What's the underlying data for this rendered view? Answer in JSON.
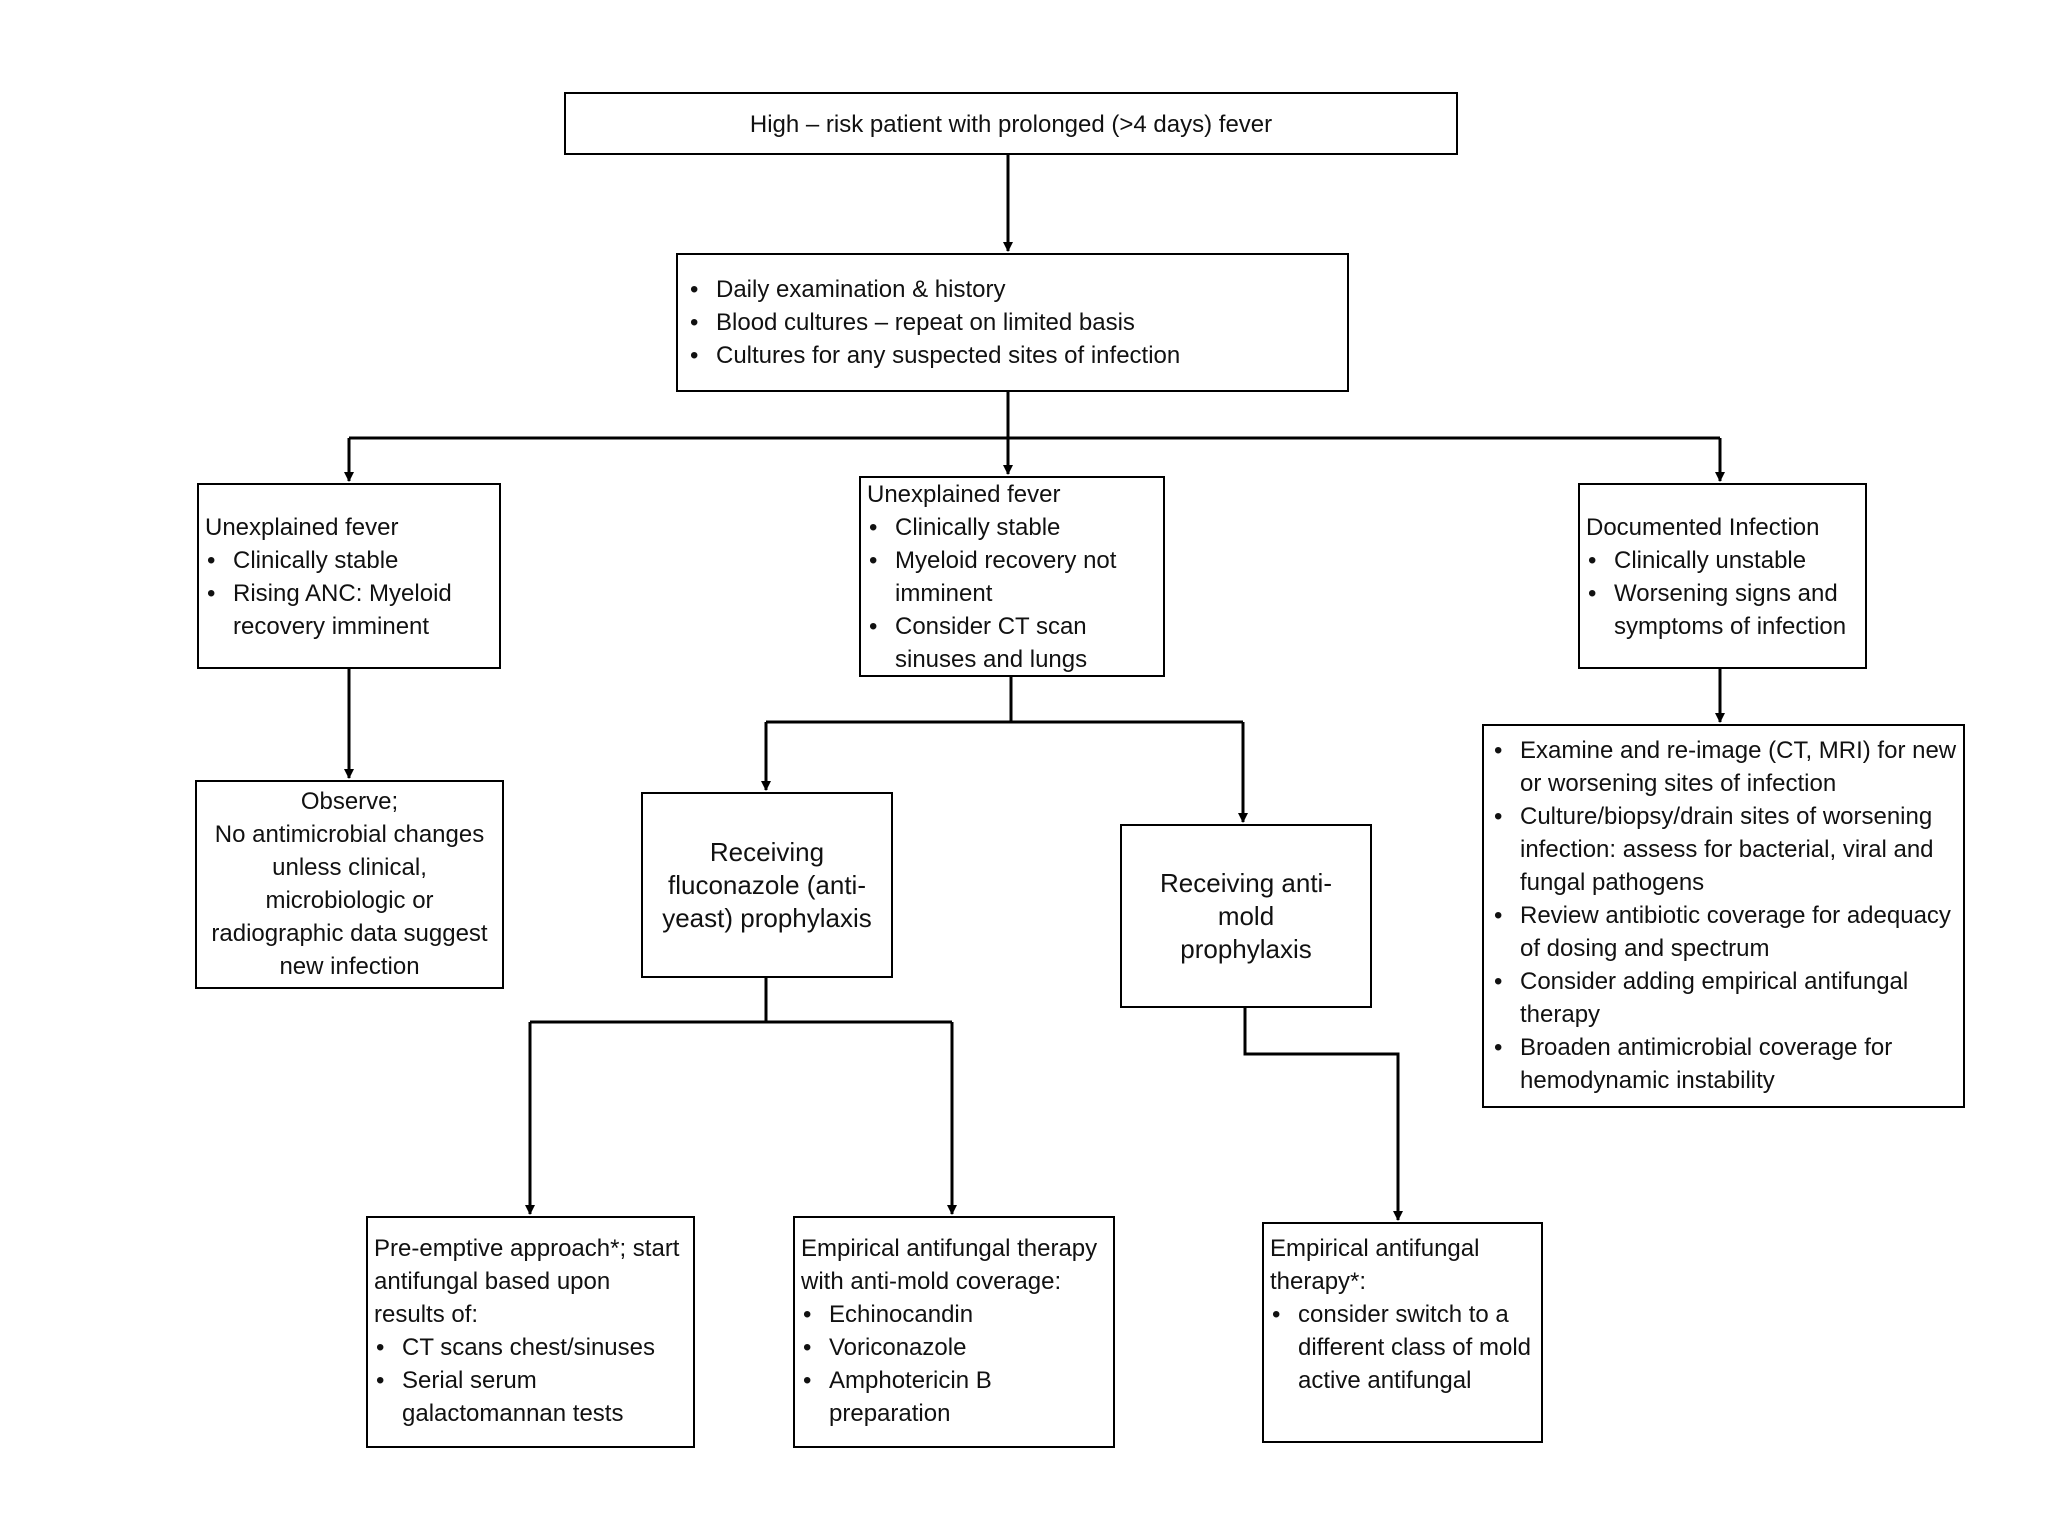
{
  "nodes": {
    "top": {
      "text": "High – risk patient with prolonged (>4 days) fever"
    },
    "daily": {
      "items": [
        "Daily examination & history",
        "Blood cultures – repeat on limited basis",
        "Cultures for any suspected sites of infection"
      ]
    },
    "unexplained_left": {
      "head": "Unexplained fever",
      "items": [
        "Clinically stable",
        "Rising ANC: Myeloid recovery imminent"
      ]
    },
    "unexplained_mid": {
      "head": "Unexplained fever",
      "items": [
        "Clinically stable",
        "Myeloid recovery not imminent",
        "Consider CT scan sinuses and lungs"
      ]
    },
    "documented": {
      "head": "Documented Infection",
      "items": [
        "Clinically unstable",
        "Worsening signs and symptoms of infection"
      ]
    },
    "observe": {
      "lines": [
        "Observe;",
        "No antimicrobial changes unless clinical, microbiologic or radiographic data suggest new infection"
      ]
    },
    "fluconazole": {
      "text": "Receiving fluconazole (anti-yeast) prophylaxis"
    },
    "antimold": {
      "text": "Receiving anti-mold prophylaxis"
    },
    "examine": {
      "items": [
        "Examine and re-image (CT, MRI) for new or worsening sites of infection",
        "Culture/biopsy/drain sites of worsening infection: assess for bacterial, viral and fungal pathogens",
        "Review antibiotic coverage for adequacy of dosing and spectrum",
        "Consider adding empirical antifungal therapy",
        "Broaden antimicrobial coverage for hemodynamic instability"
      ]
    },
    "preemptive": {
      "head": "Pre-emptive approach*; start antifungal based upon results of:",
      "items": [
        "CT scans chest/sinuses",
        "Serial serum galactomannan tests"
      ]
    },
    "empirical_mold": {
      "head": "Empirical antifungal therapy with anti-mold coverage:",
      "items": [
        "Echinocandin",
        "Voriconazole",
        "Amphotericin B preparation"
      ]
    },
    "empirical_switch": {
      "head": "Empirical antifungal therapy*:",
      "items": [
        "consider switch to a different class of mold active antifungal"
      ]
    }
  }
}
